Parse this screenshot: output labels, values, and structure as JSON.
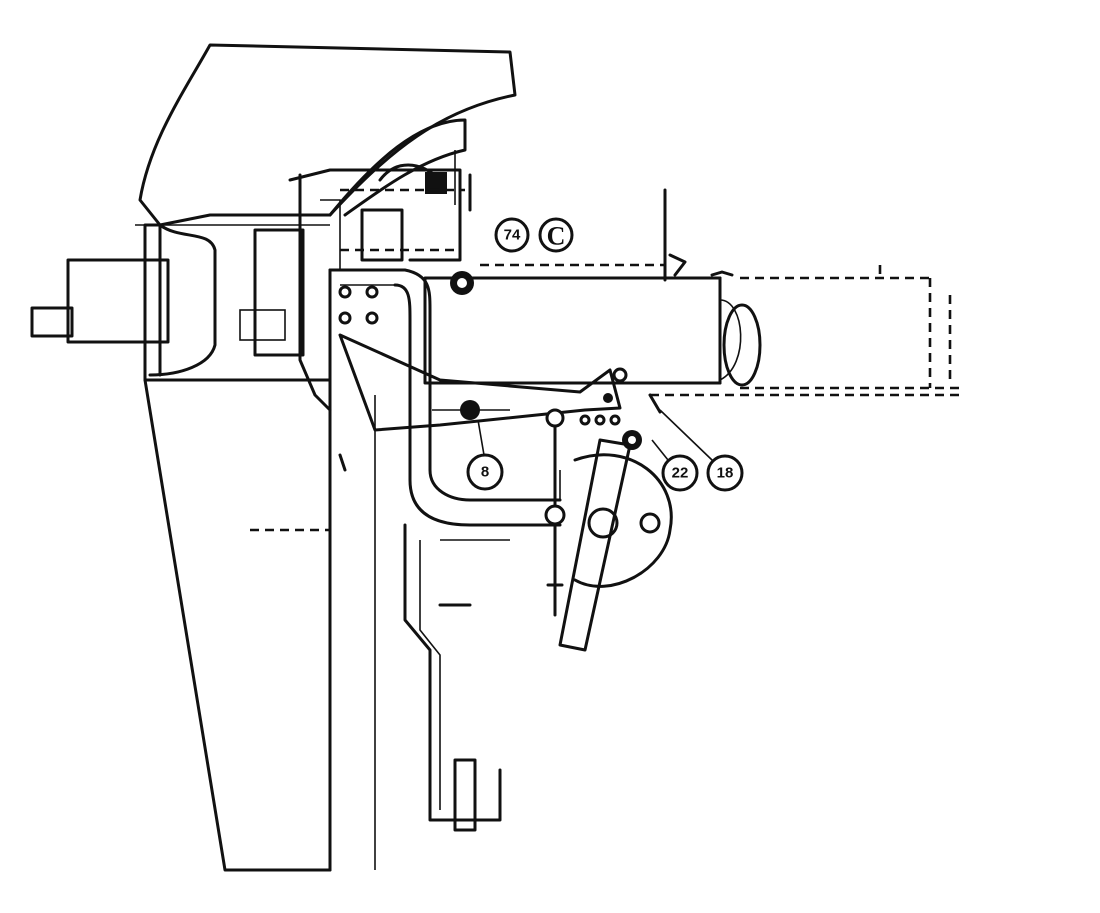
{
  "callouts": {
    "c74": "74",
    "cC": "C",
    "c8": "8",
    "c22": "22",
    "c18": "18"
  },
  "colors": {
    "ink": "#111111",
    "paper": "#ffffff"
  }
}
